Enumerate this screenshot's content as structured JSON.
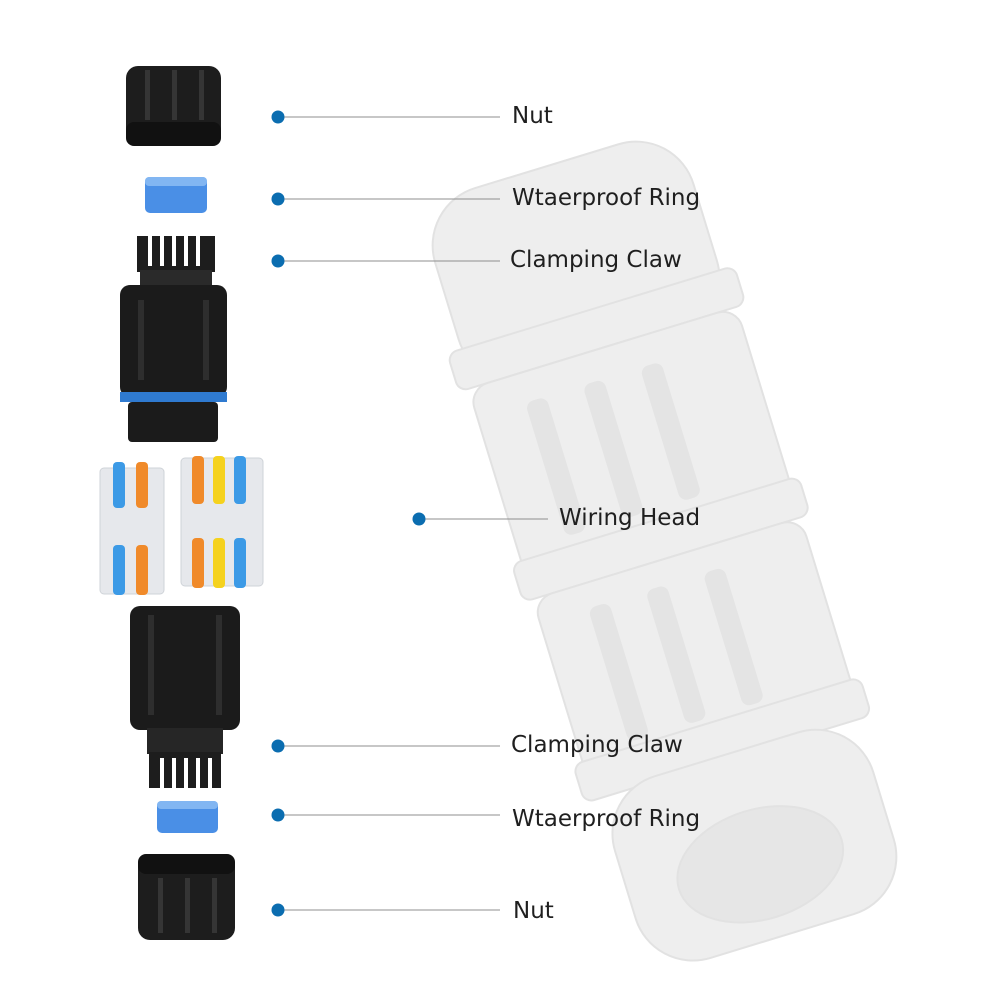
{
  "colors": {
    "dot": "#0b6db0",
    "leader_line": "#8f8f8f",
    "part_black": "#1b1b1b",
    "ring_blue": "#4a8fe6",
    "ghost_connector": "#eeeeee",
    "lever_blue": "#3c9ae6",
    "lever_orange": "#f08a2a",
    "lever_yellow": "#f5d21e"
  },
  "labels": {
    "nut_top": "Nut",
    "ring_top": "Wtaerproof Ring",
    "claw_top": "Clamping Claw",
    "wiring_head": "Wiring Head",
    "claw_bottom": "Clamping Claw",
    "ring_bottom": "Wtaerproof Ring",
    "nut_bottom": "Nut"
  }
}
